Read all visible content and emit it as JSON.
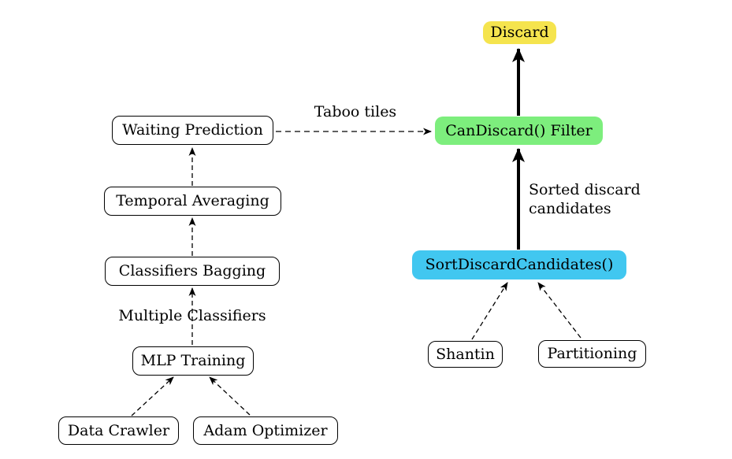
{
  "diagram": {
    "title": "Discard decision pipeline diagram",
    "colors": {
      "background": "#ffffff",
      "line": "#000000",
      "yellow_node": "#f5e44e",
      "green_node": "#7dee7d",
      "blue_node": "#41c7f0",
      "outlined_node_fill": "#ffffff",
      "outlined_node_border": "#000000"
    },
    "nodes": {
      "discard": {
        "label": "Discard",
        "style": "yellow-filled"
      },
      "can_discard": {
        "label": "CanDiscard() Filter",
        "style": "green-filled"
      },
      "sort_discard": {
        "label": "SortDiscardCandidates()",
        "style": "blue-filled"
      },
      "shantin": {
        "label": "Shantin",
        "style": "outlined"
      },
      "partitioning": {
        "label": "Partitioning",
        "style": "outlined"
      },
      "waiting_prediction": {
        "label": "Waiting Prediction",
        "style": "outlined"
      },
      "temporal_averaging": {
        "label": "Temporal Averaging",
        "style": "outlined"
      },
      "classifiers_bagging": {
        "label": "Classifiers Bagging",
        "style": "outlined"
      },
      "mlp_training": {
        "label": "MLP Training",
        "style": "outlined"
      },
      "data_crawler": {
        "label": "Data Crawler",
        "style": "outlined"
      },
      "adam_optimizer": {
        "label": "Adam Optimizer",
        "style": "outlined"
      }
    },
    "edge_labels": {
      "taboo_tiles": "Taboo tiles",
      "multiple_classifiers": "Multiple Classifiers",
      "sorted_candidates_line1": "Sorted discard",
      "sorted_candidates_line2": "candidates"
    },
    "edges": [
      {
        "from": "can_discard",
        "to": "discard",
        "style": "thick-solid",
        "label": ""
      },
      {
        "from": "sort_discard",
        "to": "can_discard",
        "style": "thick-solid",
        "label": "Sorted discard candidates"
      },
      {
        "from": "waiting_prediction",
        "to": "can_discard",
        "style": "thin-dashed",
        "label": "Taboo tiles"
      },
      {
        "from": "temporal_averaging",
        "to": "waiting_prediction",
        "style": "thin-dashed",
        "label": ""
      },
      {
        "from": "classifiers_bagging",
        "to": "temporal_averaging",
        "style": "thin-dashed",
        "label": ""
      },
      {
        "from": "mlp_training",
        "to": "classifiers_bagging",
        "style": "thin-dashed",
        "label": "Multiple Classifiers"
      },
      {
        "from": "data_crawler",
        "to": "mlp_training",
        "style": "thin-dashed",
        "label": ""
      },
      {
        "from": "adam_optimizer",
        "to": "mlp_training",
        "style": "thin-dashed",
        "label": ""
      },
      {
        "from": "shantin",
        "to": "sort_discard",
        "style": "thin-dashed",
        "label": ""
      },
      {
        "from": "partitioning",
        "to": "sort_discard",
        "style": "thin-dashed",
        "label": ""
      }
    ]
  }
}
